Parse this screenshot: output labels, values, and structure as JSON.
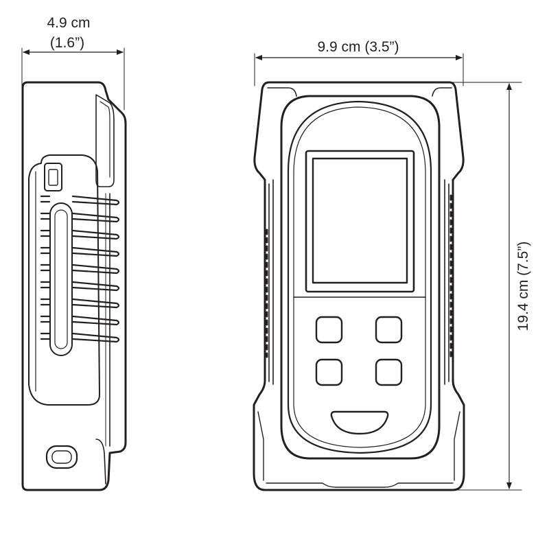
{
  "dimensions": {
    "depth": {
      "metric": "4.9 cm",
      "imperial": "(1.6”)"
    },
    "width": {
      "label": "9.9 cm (3.5”)"
    },
    "height": {
      "label": "19.4 cm (7.5”)"
    }
  },
  "views": {
    "side": {
      "name": "side-view"
    },
    "front": {
      "name": "front-view",
      "keypad_buttons": 4
    }
  },
  "colors": {
    "line": "#231f20",
    "background": "#ffffff"
  }
}
